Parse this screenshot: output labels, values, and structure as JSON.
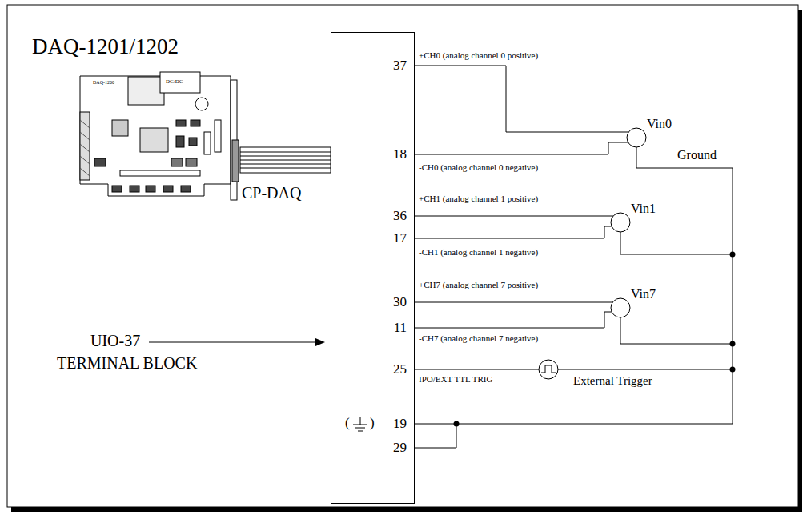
{
  "diagram": {
    "nodes": [
      {
        "text": [
          "DAQ-1201/1202"
        ]
      },
      {
        "text": [
          "UIO-37",
          "TERMINAL BLOCK"
        ]
      }
    ],
    "edges": [
      {
        "from": 0,
        "to": 1,
        "arrow": "none",
        "label": "CP-DAQ"
      }
    ],
    "labels": [
      "+CH0 (analog channel 0 positive)",
      "37",
      "-CH0 (analog channel 0 negative)",
      "18",
      "+CH1 (analog channel 1 positive)",
      "36",
      "17",
      "-CH1 (analog channel 1 negative)",
      "+CH7 (analog channel 7 positive)",
      "30",
      "11",
      "-CH7 (analog channel 7 negative)",
      "25",
      "IPO/EXT TTL TRIG",
      "(",
      ")",
      "19",
      "29",
      "Vin0",
      "Ground",
      "Vin1",
      "Vin7",
      "External Trigger",
      "DAQ-1200",
      "DC/DC"
    ]
  }
}
